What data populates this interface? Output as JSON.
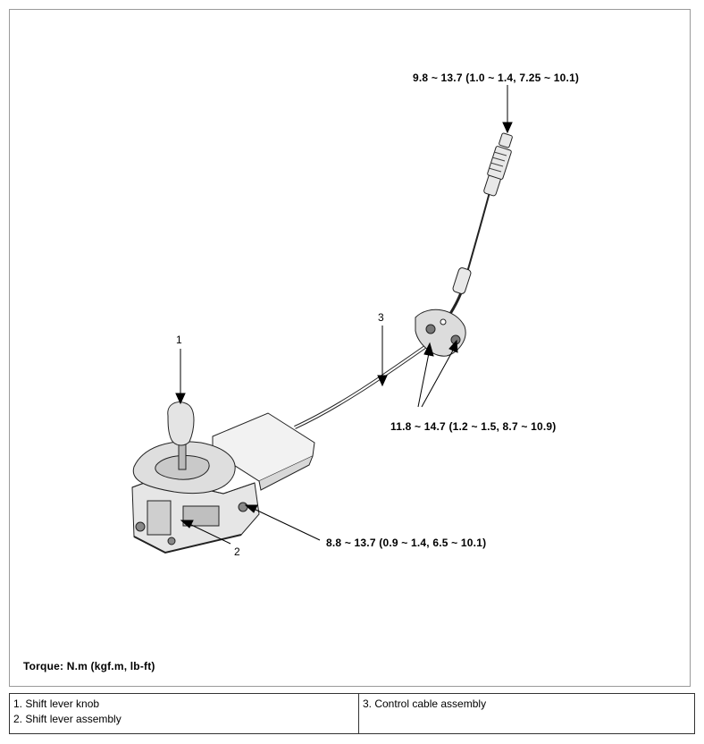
{
  "diagram": {
    "torque_specs": {
      "cable_end": "9.8 ~ 13.7 (1.0 ~ 1.4, 7.25 ~ 10.1)",
      "cable_bracket": "11.8 ~ 14.7 (1.2 ~ 1.5, 8.7 ~ 10.9)",
      "lever_assembly": "8.8 ~ 13.7 (0.9 ~ 1.4, 6.5 ~ 10.1)"
    },
    "part_numbers": {
      "knob": "1",
      "lever": "2",
      "cable": "3"
    },
    "torque_unit_note": "Torque: N.m (kgf.m, lb-ft)"
  },
  "legend": {
    "col1": [
      "1. Shift lever knob",
      "2. Shift lever assembly"
    ],
    "col2": [
      "3. Control cable assembly"
    ]
  }
}
